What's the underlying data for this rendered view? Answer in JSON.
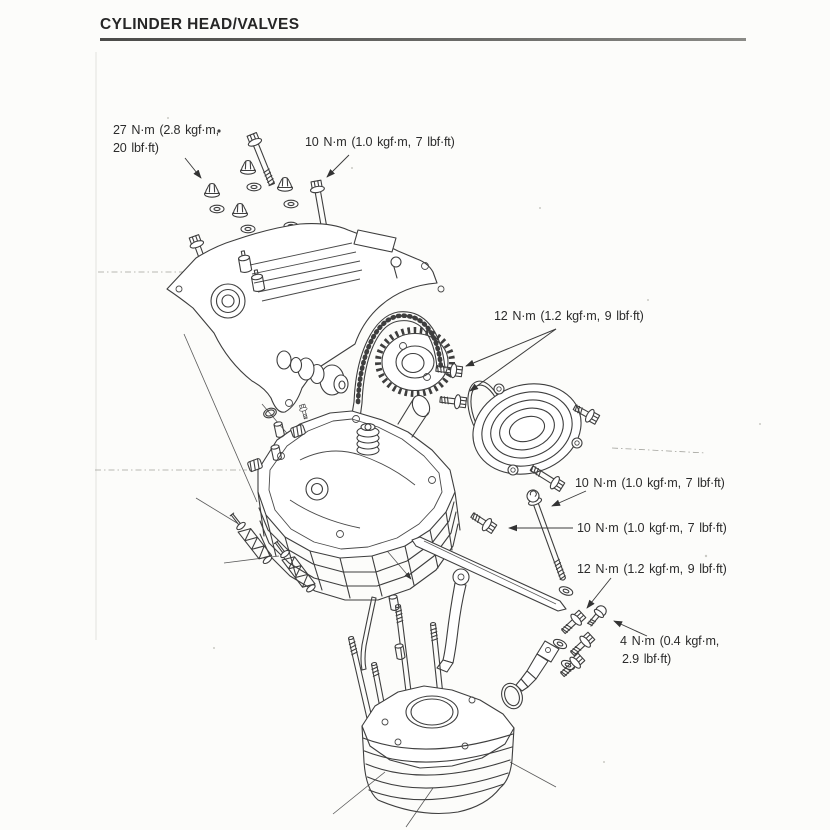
{
  "header": {
    "title": "CYLINDER HEAD/VALVES"
  },
  "callouts": {
    "head_cover_nuts": {
      "line1": "27 N·m (2.8 kgf·m,",
      "line2": "20 lbf·ft)"
    },
    "cover_bolt_top": "10 N·m (1.0 kgf·m, 7 lbf·ft)",
    "cam_sprocket_bolts": "12 N·m (1.2 kgf·m, 9 lbf·ft)",
    "side_cover_bolt_upper": "10 N·m (1.0 kgf·m, 7 lbf·ft)",
    "side_cover_bolt_lower": "10 N·m (1.0 kgf·m, 7 lbf·ft)",
    "tensioner_mount_bolt": "12 N·m (1.2 kgf·m, 9 lbf·ft)",
    "tensioner_screw": {
      "line1": "4 N·m (0.4 kgf·m,",
      "line2": "2.9 lbf·ft)"
    }
  }
}
